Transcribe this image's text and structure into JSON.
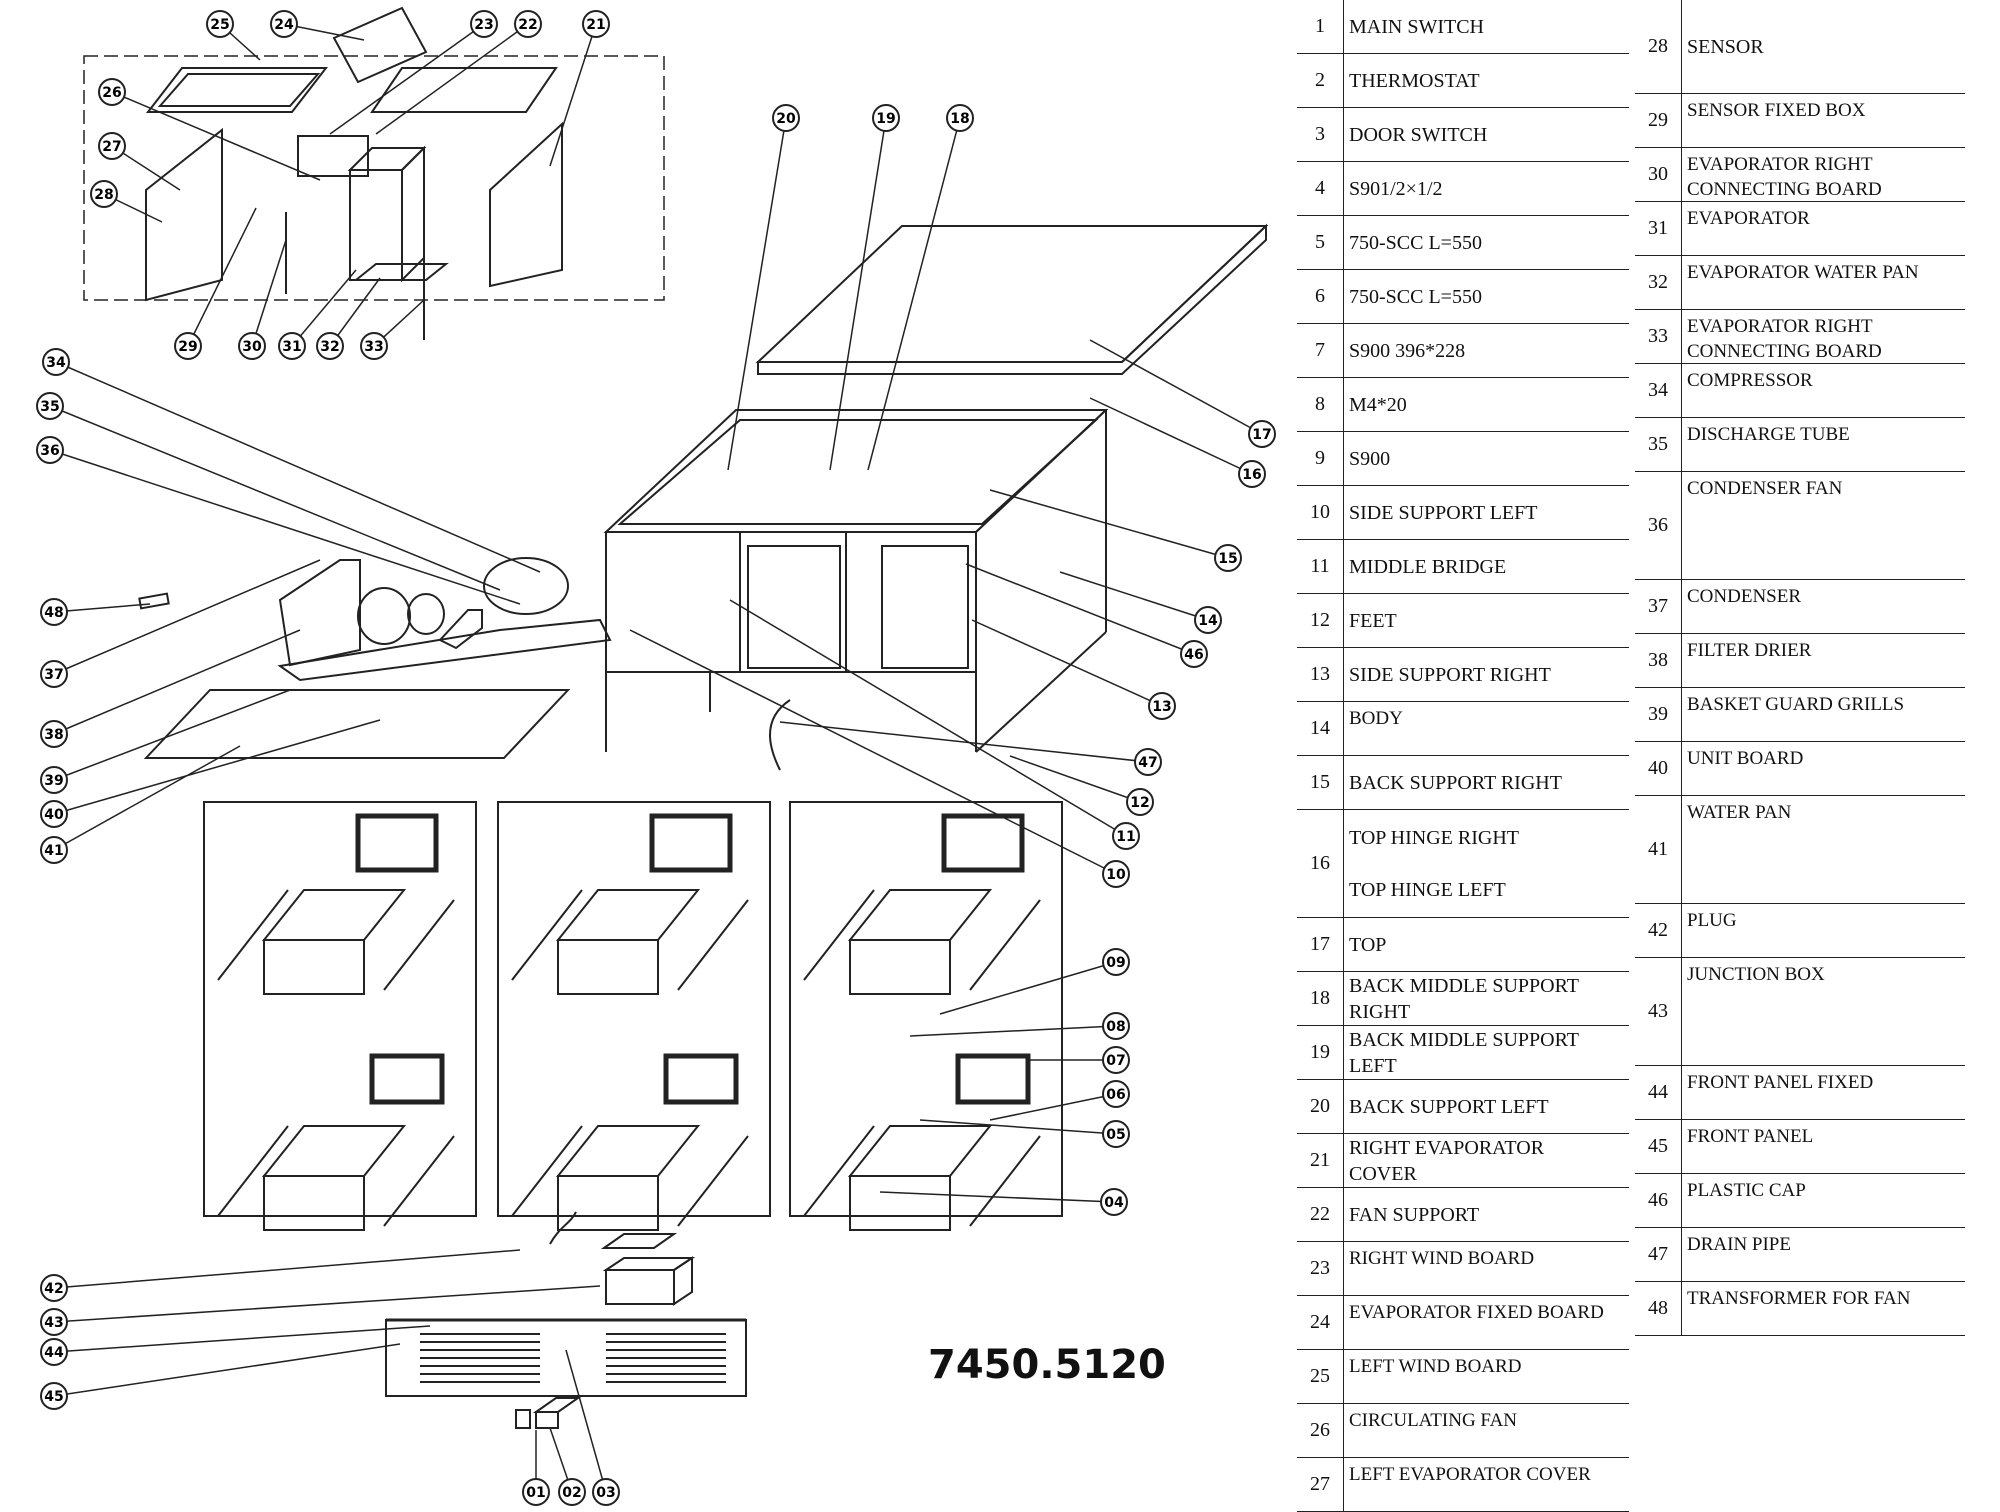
{
  "model_number": "7450.5120",
  "callouts": [
    "01",
    "02",
    "03",
    "04",
    "05",
    "06",
    "07",
    "08",
    "09",
    "10",
    "11",
    "12",
    "13",
    "14",
    "15",
    "16",
    "17",
    "18",
    "19",
    "20",
    "21",
    "22",
    "23",
    "24",
    "25",
    "26",
    "27",
    "28",
    "29",
    "30",
    "31",
    "32",
    "33",
    "34",
    "35",
    "36",
    "37",
    "38",
    "39",
    "40",
    "41",
    "42",
    "43",
    "44",
    "45",
    "46",
    "47",
    "48"
  ],
  "parts_left": [
    {
      "no": "1",
      "name": "MAIN SWITCH"
    },
    {
      "no": "2",
      "name": "THERMOSTAT"
    },
    {
      "no": "3",
      "name": "DOOR SWITCH"
    },
    {
      "no": "4",
      "name": "S901/2×1/2"
    },
    {
      "no": "5",
      "name": "750-SCC L=550"
    },
    {
      "no": "6",
      "name": "750-SCC L=550"
    },
    {
      "no": "7",
      "name": "S900 396*228"
    },
    {
      "no": "8",
      "name": "M4*20"
    },
    {
      "no": "9",
      "name": "S900"
    },
    {
      "no": "10",
      "name": "SIDE SUPPORT LEFT"
    },
    {
      "no": "11",
      "name": "MIDDLE BRIDGE"
    },
    {
      "no": "12",
      "name": "FEET"
    },
    {
      "no": "13",
      "name": "SIDE SUPPORT RIGHT"
    },
    {
      "no": "14",
      "name": "BODY"
    },
    {
      "no": "15",
      "name": "BACK SUPPORT RIGHT"
    },
    {
      "no": "16",
      "name": "TOP HINGE  RIGHT\n\nTOP HINGE  LEFT"
    },
    {
      "no": "17",
      "name": "TOP"
    },
    {
      "no": "18",
      "name": "BACK MIDDLE SUPPORT\nRIGHT"
    },
    {
      "no": "19",
      "name": "BACK MIDDLE SUPPORT\nLEFT"
    },
    {
      "no": "20",
      "name": "BACK SUPPORT LEFT"
    },
    {
      "no": "21",
      "name": "RIGHT EVAPORATOR\nCOVER"
    },
    {
      "no": "22",
      "name": "FAN SUPPORT"
    },
    {
      "no": "23",
      "name": "RIGHT WIND BOARD"
    },
    {
      "no": "24",
      "name": "EVAPORATOR FIXED BOARD"
    },
    {
      "no": "25",
      "name": "LEFT WIND BOARD"
    },
    {
      "no": "26",
      "name": "CIRCULATING FAN"
    },
    {
      "no": "27",
      "name": "LEFT EVAPORATOR COVER"
    }
  ],
  "parts_right": [
    {
      "no": "28",
      "name": "SENSOR"
    },
    {
      "no": "29",
      "name": "SENSOR FIXED BOX"
    },
    {
      "no": "30",
      "name": "EVAPORATOR RIGHT\nCONNECTING BOARD"
    },
    {
      "no": "31",
      "name": "EVAPORATOR"
    },
    {
      "no": "32",
      "name": "EVAPORATOR WATER PAN"
    },
    {
      "no": "33",
      "name": "EVAPORATOR RIGHT\nCONNECTING BOARD"
    },
    {
      "no": "34",
      "name": "COMPRESSOR"
    },
    {
      "no": "35",
      "name": "DISCHARGE TUBE"
    },
    {
      "no": "36",
      "name": "CONDENSER FAN"
    },
    {
      "no": "37",
      "name": "CONDENSER"
    },
    {
      "no": "38",
      "name": "FILTER DRIER"
    },
    {
      "no": "39",
      "name": "BASKET GUARD GRILLS"
    },
    {
      "no": "40",
      "name": "UNIT BOARD"
    },
    {
      "no": "41",
      "name": "WATER PAN"
    },
    {
      "no": "42",
      "name": "PLUG"
    },
    {
      "no": "43",
      "name": "JUNCTION BOX"
    },
    {
      "no": "44",
      "name": "FRONT PANEL FIXED"
    },
    {
      "no": "45",
      "name": "FRONT PANEL"
    },
    {
      "no": "46",
      "name": "PLASTIC CAP"
    },
    {
      "no": "47",
      "name": "DRAIN PIPE"
    },
    {
      "no": "48",
      "name": "TRANSFORMER FOR  FAN"
    }
  ]
}
